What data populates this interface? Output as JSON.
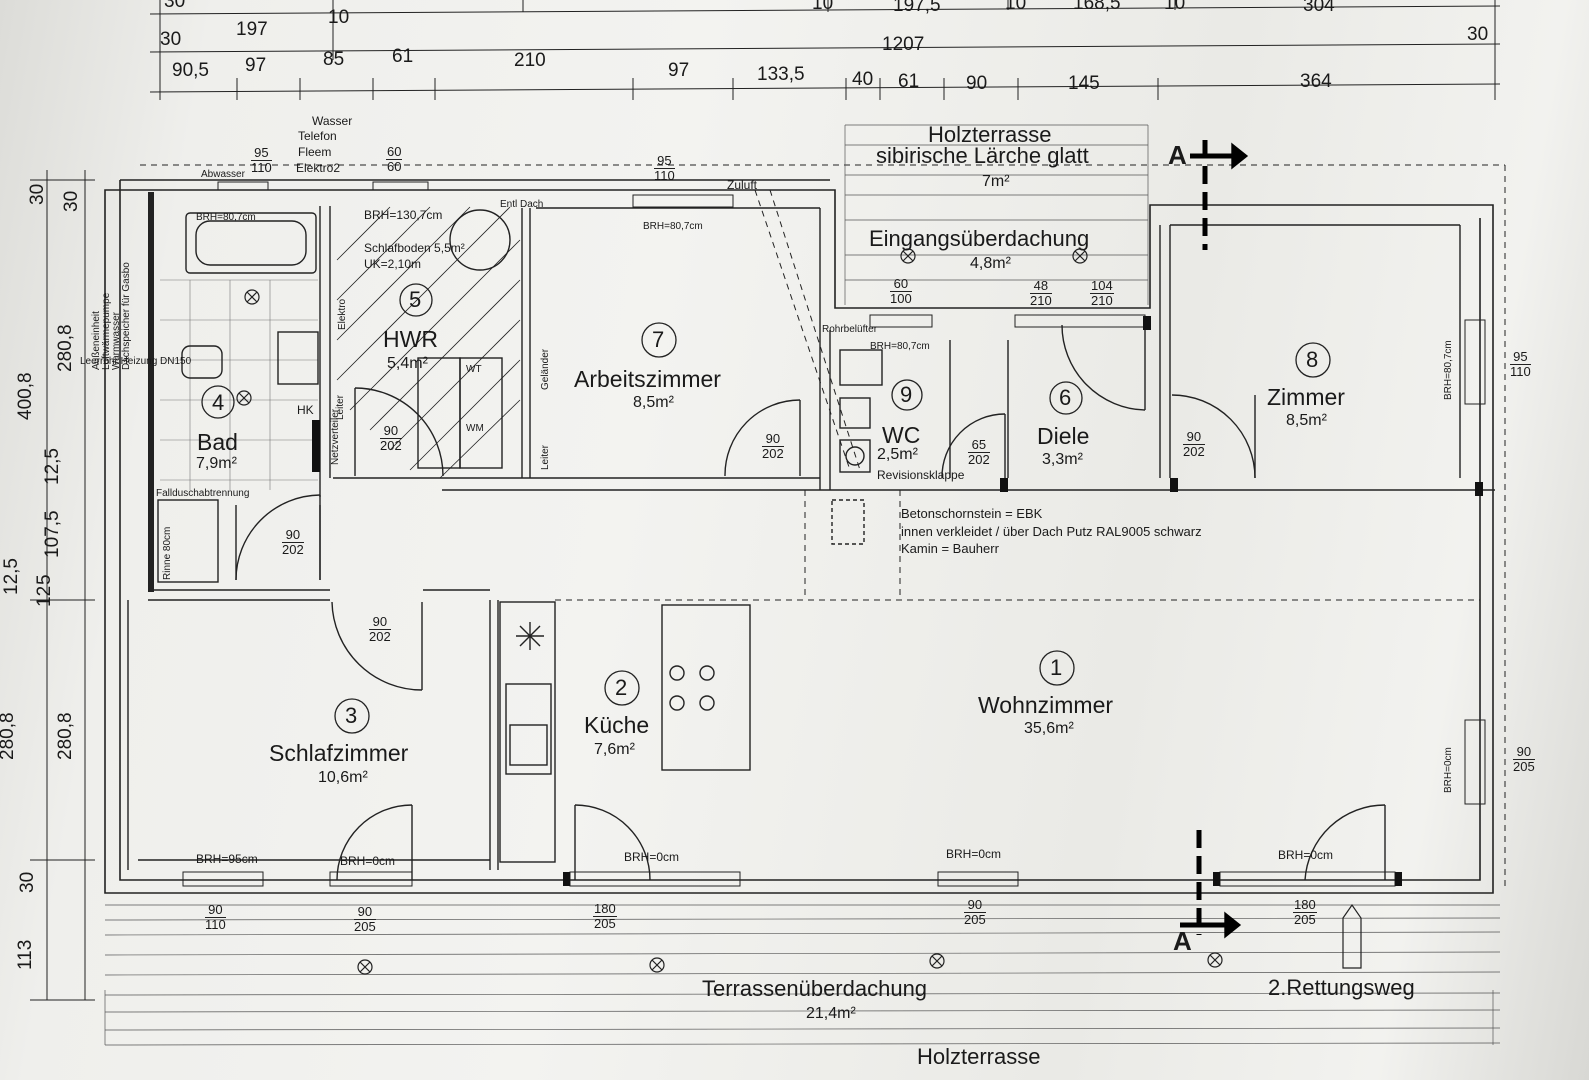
{
  "dims": {
    "row0": [
      "197",
      "10",
      "197,5",
      "10",
      "168,5",
      "10",
      "304"
    ],
    "row0_edges": [
      "30",
      "30",
      "30"
    ],
    "row1_total": "1207",
    "row2": [
      "90,5",
      "97",
      "85",
      "61",
      "210",
      "97",
      "133,5",
      "40",
      "61",
      "90",
      "145",
      "364"
    ],
    "left_vertical": [
      "30",
      "30",
      "280,8",
      "400,8",
      "12,5",
      "107,5",
      "12,5",
      "5",
      "12",
      "280,8",
      "280,8",
      "30",
      "113"
    ]
  },
  "top_labels": {
    "wasser": "Wasser",
    "telefon": "Telefon",
    "fleem": "Fleem",
    "elektro2": "Elektro2",
    "abwasser": "Abwasser",
    "entl_dach": "Entl Dach",
    "zuluft": "Zuluft"
  },
  "left_notes": [
    "Außeneinheit",
    "Luftwärmepumpe",
    "Warmwasser",
    "Dachspeicher für Gasbo"
  ],
  "left_note_small": "Leerrohr Heizung DN150",
  "windows": {
    "w_bad": {
      "num": "95",
      "den": "110"
    },
    "w_hwr": {
      "num": "60",
      "den": "60"
    },
    "w_arbeit": {
      "num": "95",
      "den": "110"
    },
    "w_wc": {
      "num": "60",
      "den": "100"
    },
    "w_diele": {
      "num": "48",
      "den": "210"
    },
    "w_entry": {
      "num": "104",
      "den": "210"
    },
    "w_zimmer_r": {
      "num": "95",
      "den": "110"
    },
    "w_wohn_r": {
      "num": "90",
      "den": "205"
    },
    "w_schlaf1": {
      "num": "90",
      "den": "110"
    },
    "w_schlaf2": {
      "num": "90",
      "den": "205"
    },
    "w_kueche": {
      "num": "180",
      "den": "205"
    },
    "w_wohn1": {
      "num": "90",
      "den": "205"
    },
    "w_wohn2": {
      "num": "180",
      "den": "205"
    }
  },
  "doors": {
    "d_hwr": {
      "num": "90",
      "den": "202"
    },
    "d_arbeit": {
      "num": "90",
      "den": "202"
    },
    "d_wc": {
      "num": "65",
      "den": "202"
    },
    "d_zimmer": {
      "num": "90",
      "den": "202"
    },
    "d_bad": {
      "num": "90",
      "den": "202"
    },
    "d_schlaf": {
      "num": "90",
      "den": "202"
    }
  },
  "brh": {
    "bad": "BRH=80,7cm",
    "hwr": "BRH=130,7cm",
    "arbeit": "BRH=80,7cm",
    "wc": "BRH=80,7cm",
    "zimmer": "BRH=80,7cm",
    "wohn_right": "BRH=0cm",
    "schlaf1": "BRH=95cm",
    "schlaf2": "BRH=0cm",
    "kueche": "BRH=0cm",
    "wohn1": "BRH=0cm",
    "wohn2": "BRH=0cm"
  },
  "rooms": [
    {
      "id": "wohn",
      "num": "1",
      "name": "Wohnzimmer",
      "area": "35,6m²"
    },
    {
      "id": "kueche",
      "num": "2",
      "name": "Küche",
      "area": "7,6m²"
    },
    {
      "id": "schlaf",
      "num": "3",
      "name": "Schlafzimmer",
      "area": "10,6m²"
    },
    {
      "id": "bad",
      "num": "4",
      "name": "Bad",
      "area": "7,9m²"
    },
    {
      "id": "hwr",
      "num": "5",
      "name": "HWR",
      "area": "5,4m²"
    },
    {
      "id": "diele",
      "num": "6",
      "name": "Diele",
      "area": "3,3m²"
    },
    {
      "id": "arbeit",
      "num": "7",
      "name": "Arbeitszimmer",
      "area": "8,5m²"
    },
    {
      "id": "zimmer",
      "num": "8",
      "name": "Zimmer",
      "area": "8,5m²"
    },
    {
      "id": "wc",
      "num": "9",
      "name": "WC",
      "area": "2,5m²"
    }
  ],
  "hwr_notes": {
    "schlafboden": "Schlafboden 5,5m²",
    "uk": "UK=2,10m"
  },
  "fixtures": {
    "elektro": "Elektro",
    "netzverteiler": "Netzverteiler",
    "hk": "HK",
    "leiter": "Leiter",
    "gelaender": "Geländer",
    "leiter2": "Leiter",
    "wt": "WT",
    "wm": "WM",
    "fallduschabtrennung": "Fallduschabtrennung",
    "rinne": "Rinne 80cm",
    "rohrbeluefter": "Rohrbelüfter",
    "revisionsklappe": "Revisionsklappe"
  },
  "terrace_top": {
    "title1": "Holzterrasse",
    "title2": "sibirische Lärche glatt",
    "area": "7m²"
  },
  "entry_roof": {
    "name": "Eingangsüberdachung",
    "area": "4,8m²"
  },
  "chimney_note": [
    "Betonschornstein = EBK",
    "innen verkleidet / über Dach Putz RAL9005 schwarz",
    "Kamin = Bauherr"
  ],
  "bottom": {
    "roof_name": "Terrassenüberdachung",
    "roof_area": "21,4m²",
    "escape": "2.Rettungsweg",
    "terrace": "Holzterrasse"
  },
  "section_mark": {
    "top": "A",
    "bottom": "A"
  }
}
